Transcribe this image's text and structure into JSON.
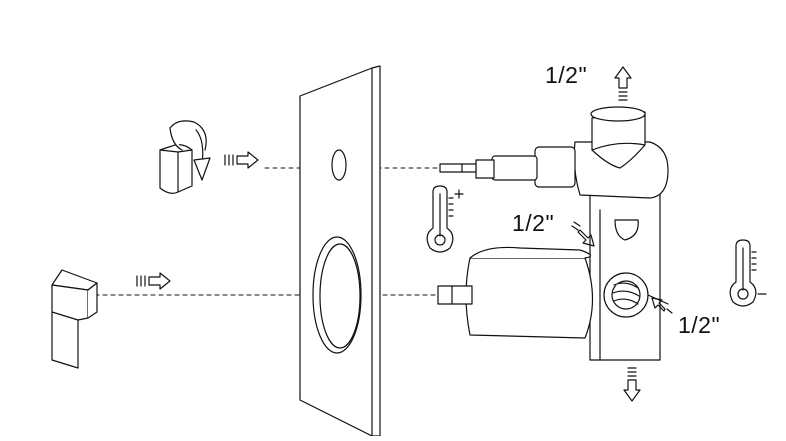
{
  "labels": {
    "outlet_top": "1/2\"",
    "inlet_middle": "1/2\"",
    "inlet_right": "1/2\""
  },
  "icons": [
    "rotation-knob-icon",
    "lever-handle-icon",
    "thermometer-hot-icon",
    "thermometer-cold-icon",
    "arrow-up-icon",
    "arrow-down-icon",
    "arrow-right-icon",
    "arrow-diagonal-icon"
  ],
  "colors": {
    "line": "#111111",
    "background": "#ffffff"
  }
}
